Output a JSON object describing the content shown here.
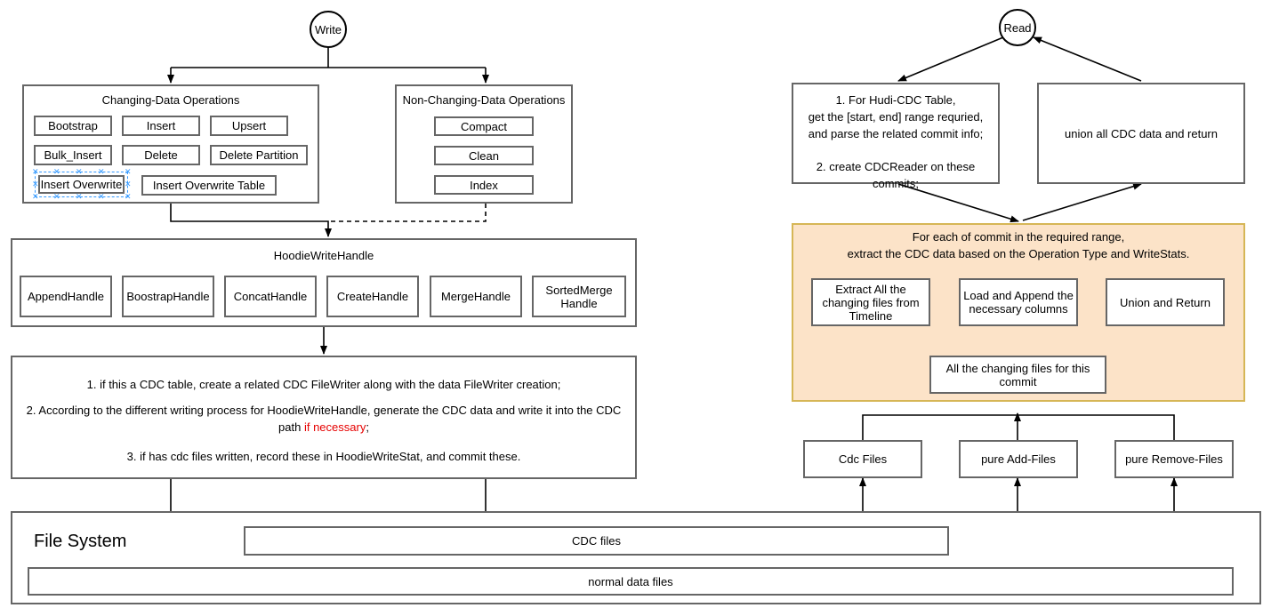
{
  "diagram": {
    "title": "Hudi CDC write and read flow",
    "colors": {
      "panel_bg": "#fce3c8",
      "panel_border": "#d6b656",
      "box_border": "#666666",
      "selection": "#3399ff",
      "accent_red": "#e60000"
    }
  },
  "write": {
    "start_label": "Write",
    "changing_group": {
      "title": "Changing-Data Operations",
      "ops": [
        "Bootstrap",
        "Insert",
        "Upsert",
        "Bulk_Insert",
        "Delete",
        "Delete Partition",
        "Insert  Overwrite",
        "Insert  Overwrite Table"
      ],
      "selected_op": "Insert  Overwrite"
    },
    "non_changing_group": {
      "title": "Non-Changing-Data Operations",
      "ops": [
        "Compact",
        "Clean",
        "Index"
      ]
    },
    "handle_group": {
      "title": "HoodieWriteHandle",
      "handles": [
        "AppendHandle",
        "BoostrapHandle",
        "ConcatHandle",
        "CreateHandle",
        "MergeHandle",
        "SortedMerge Handle"
      ],
      "handle_last_line1": "SortedMerge",
      "handle_last_line2": "Handle"
    },
    "steps": {
      "line1": "1. if this a CDC table, create a related CDC FileWriter along with the data FileWriter creation;",
      "line2_a": "2. According to the different writing process for HoodieWriteHandle, generate the CDC data and write it into the CDC",
      "line2_b": "path ",
      "line2_red": "if necessary",
      "line2_c": ";",
      "line3": "3. if has cdc files written, record these in HoodieWriteStat, and commit these."
    }
  },
  "file_system": {
    "label": "File System",
    "cdc_files": "CDC files",
    "normal_data_files": "normal data files"
  },
  "read": {
    "start_label": "Read",
    "step_box": {
      "l1": "1. For Hudi-CDC Table,",
      "l2": "get the [start, end] range requried,",
      "l3": "and parse the related commit info;",
      "l4": "",
      "l5": "2. create CDCReader on these",
      "l6": "commits;"
    },
    "union_box": "union all CDC data and return",
    "panel": {
      "header_l1": "For each of commit in the required range,",
      "header_l2": "extract the CDC data based on the Operation Type and WriteStats.",
      "steps": [
        {
          "l1": "Extract All the",
          "l2": "changing files from",
          "l3": "Timeline"
        },
        {
          "l1": "Load and Append the",
          "l2": "necessary columns",
          "l3": ""
        },
        {
          "l1": "Union and Return",
          "l2": "",
          "l3": ""
        }
      ],
      "commit_box_l1": "All the changing files for this",
      "commit_box_l2": "commit"
    },
    "sources": [
      "Cdc Files",
      "pure Add-Files",
      "pure Remove-Files"
    ]
  }
}
